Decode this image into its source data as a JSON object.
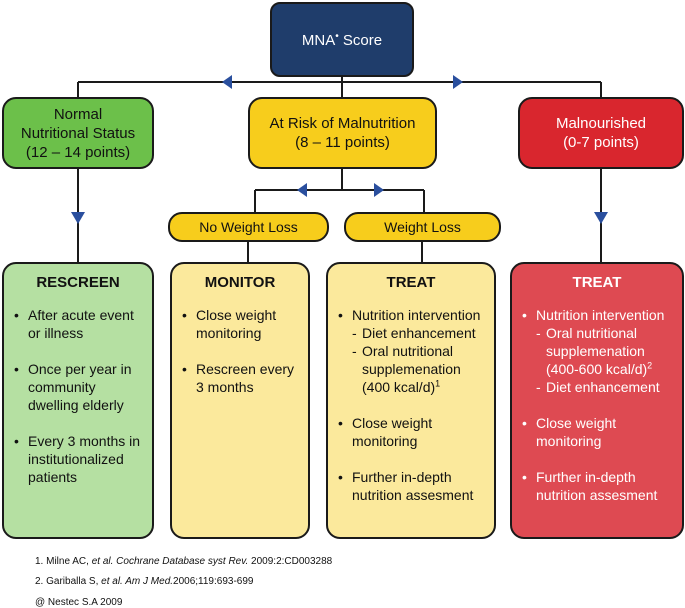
{
  "root": {
    "label": "MNA",
    "mark": "•",
    "suffix": " Score"
  },
  "categories": [
    {
      "line1": "Normal",
      "line2": "Nutritional Status",
      "line3": "(12 – 14 points)",
      "color": "#6cc04a"
    },
    {
      "line1": "At Risk of Malnutrition",
      "line2": "(8 – 11 points)",
      "color": "#f7cd1c"
    },
    {
      "line1": "Malnourished",
      "line2": "(0-7 points)",
      "color": "#d9262e"
    }
  ],
  "subcategories": [
    "No Weight Loss",
    "Weight Loss"
  ],
  "panels": {
    "rescreen": {
      "title": "RESCREEN",
      "items": [
        "After acute event or illness",
        "Once per year in community dwelling elderly",
        "Every 3 months in institutionalized patients"
      ]
    },
    "monitor": {
      "title": "MONITOR",
      "items": [
        "Close weight monitoring",
        "Rescreen every 3 months"
      ]
    },
    "treat": {
      "title": "TREAT",
      "item1": "Nutrition intervention",
      "sub1": "Diet enhancement",
      "sub2": "Oral nutritional supplemenation (400 kcal/d)",
      "sub2_sup": "1",
      "item2": "Close weight monitoring",
      "item3": "Further in-depth nutrition assesment"
    },
    "treat_mal": {
      "title": "TREAT",
      "item1": "Nutrition intervention",
      "sub1": "Oral nutritional supplemenation (400-600 kcal/d)",
      "sub1_sup": "2",
      "sub2": "Diet enhancement",
      "item2": "Close weight monitoring",
      "item3": "Further in-depth nutrition assesment"
    }
  },
  "footnotes": {
    "f1_pre": "1. Milne AC, ",
    "f1_it": "et al. Cochrane Database syst Rev.",
    "f1_post": " 2009:2:CD003288",
    "f2_pre": "2. Gariballa S, ",
    "f2_it": "et al. Am J Med.",
    "f2_post": "2006;119:693-699",
    "f3": "@ Nestec S.A 2009"
  },
  "colors": {
    "root": "#1f3d6b",
    "connector": "#1a1a1a",
    "arrow": "#2a4f9e"
  }
}
